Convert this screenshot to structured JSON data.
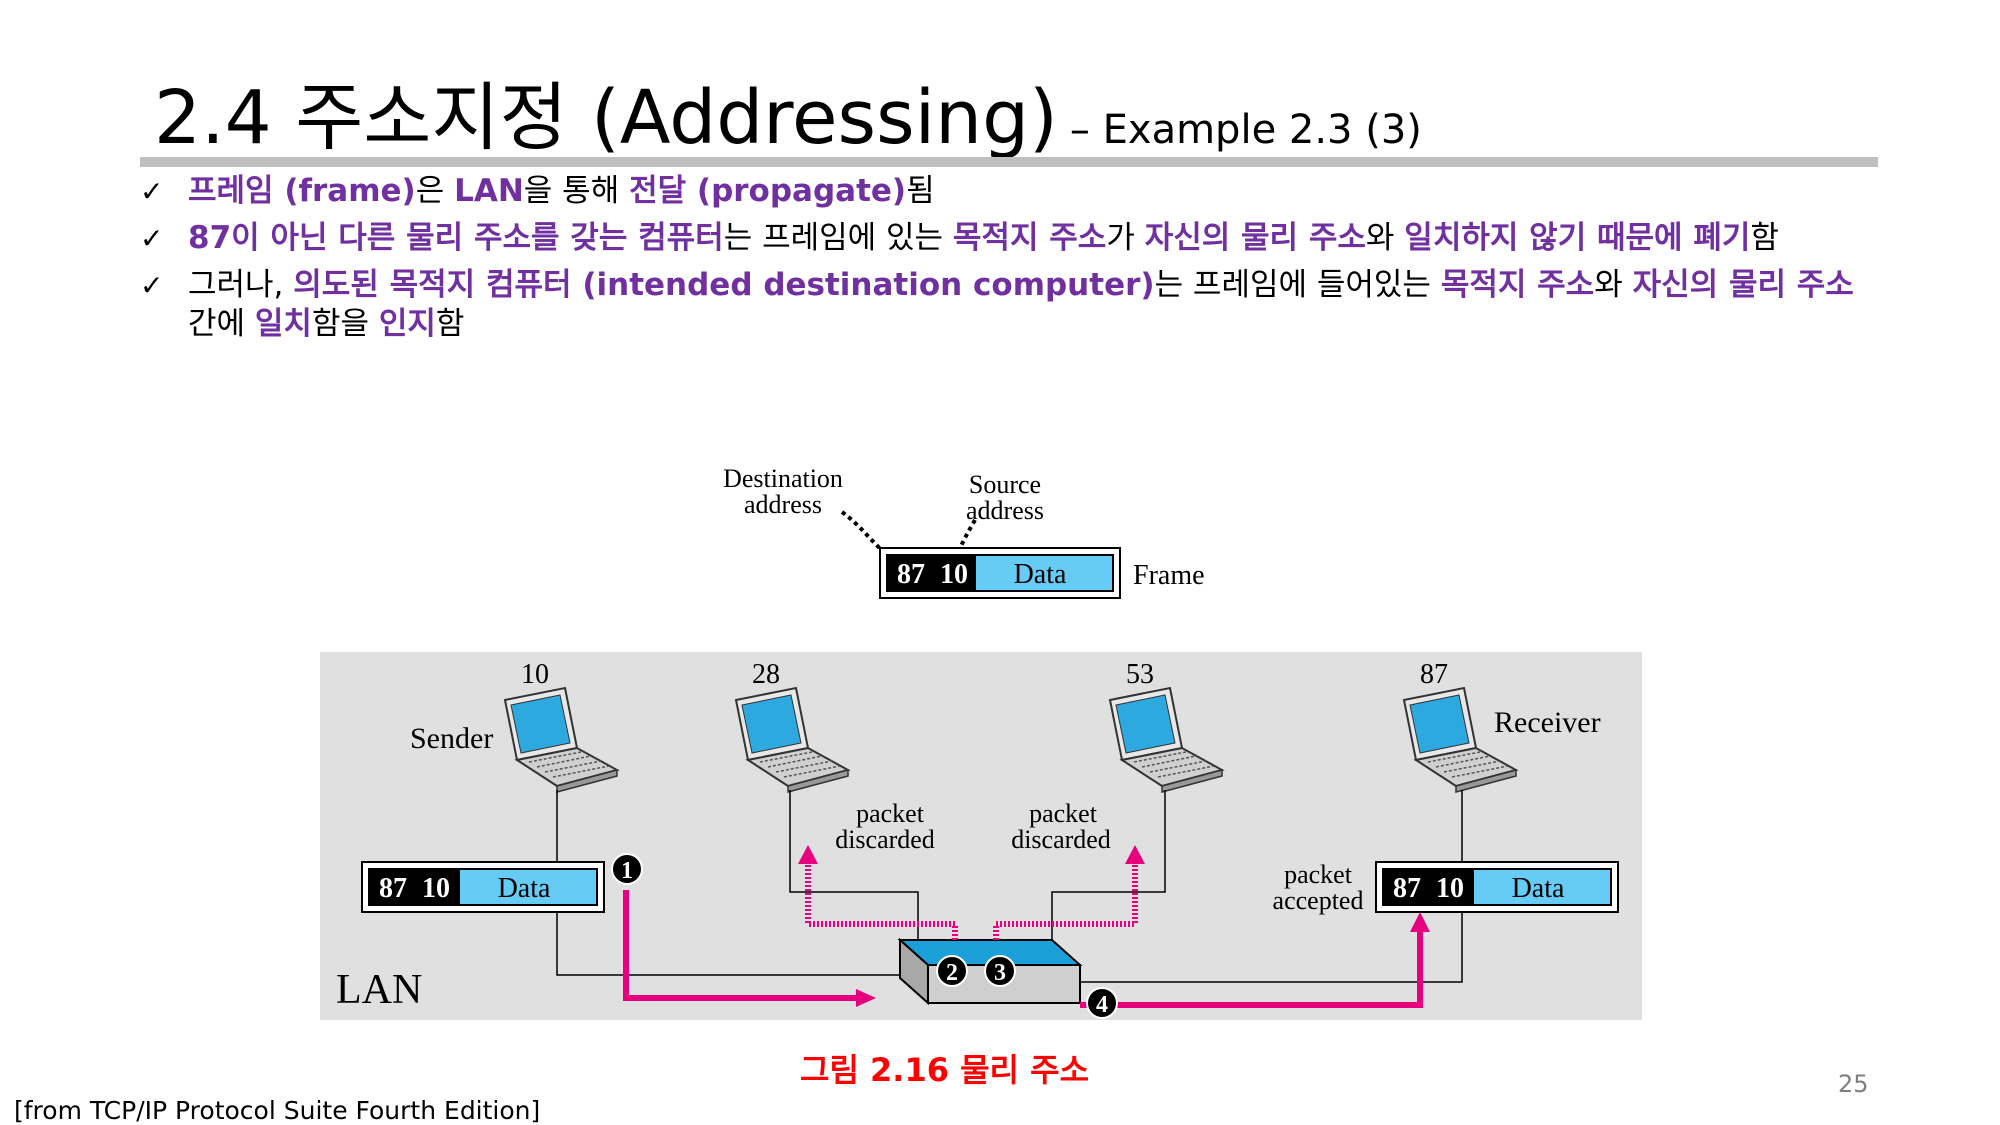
{
  "title": {
    "main": "2.4 주소지정 (Addressing)",
    "sub": "– Example 2.3 (3)"
  },
  "bullets": [
    {
      "check": "✓",
      "segments": [
        {
          "t": " 프레임 (frame)",
          "hl": true
        },
        {
          "t": "은 ",
          "hl": false
        },
        {
          "t": "LAN",
          "hl": true
        },
        {
          "t": "을 통해 ",
          "hl": false
        },
        {
          "t": "전달 (propagate)",
          "hl": true
        },
        {
          "t": "됨",
          "hl": false
        }
      ]
    },
    {
      "check": "✓",
      "segments": [
        {
          "t": "87이 아닌 다른 물리 주소를 갖는 컴퓨터",
          "hl": true
        },
        {
          "t": "는 프레임에 있는 ",
          "hl": false
        },
        {
          "t": "목적지 주소",
          "hl": true
        },
        {
          "t": "가 ",
          "hl": false
        },
        {
          "t": "자신의 물리 주소",
          "hl": true
        },
        {
          "t": "와 ",
          "hl": false
        },
        {
          "t": "일치하지 않기 때문에 폐기",
          "hl": true
        },
        {
          "t": "함",
          "hl": false
        }
      ]
    },
    {
      "check": "✓",
      "segments": [
        {
          "t": "그러나, ",
          "hl": false
        },
        {
          "t": "의도된 목적지 컴퓨터 (intended destination computer)",
          "hl": true
        },
        {
          "t": "는 프레임에 들어있는 ",
          "hl": false
        },
        {
          "t": "목적지 주소",
          "hl": true
        },
        {
          "t": "와 ",
          "hl": false
        },
        {
          "t": "자신의 물리 주소",
          "hl": true
        },
        {
          "t": " 간에 ",
          "hl": false
        },
        {
          "t": "일치",
          "hl": true
        },
        {
          "t": "함을 ",
          "hl": false
        },
        {
          "t": "인지",
          "hl": true
        },
        {
          "t": "함",
          "hl": false
        }
      ]
    }
  ],
  "frame": {
    "dest_label_1": "Destination",
    "dest_label_2": "address",
    "src_label_1": "Source",
    "src_label_2": "address",
    "dest_addr": "87",
    "src_addr": "10",
    "data": "Data",
    "frame_label": "Frame"
  },
  "lan": {
    "label": "LAN",
    "stations": [
      {
        "addr": "10",
        "name": "Sender"
      },
      {
        "addr": "28",
        "name": ""
      },
      {
        "addr": "53",
        "name": ""
      },
      {
        "addr": "87",
        "name": "Receiver"
      }
    ],
    "discard_text_1": "packet",
    "discard_text_2": "discarded",
    "accept_text_1": "packet",
    "accept_text_2": "accepted",
    "sender_frame": {
      "dest": "87",
      "src": "10",
      "data": "Data"
    },
    "receiver_frame": {
      "dest": "87",
      "src": "10",
      "data": "Data"
    },
    "steps": [
      "1",
      "2",
      "3",
      "4"
    ]
  },
  "colors": {
    "highlight": "#7030a0",
    "arrow": "#e6007e",
    "data_fill": "#66ccf5",
    "lan_bg": "#e0e0e0",
    "caption": "#ff0000"
  },
  "caption": "그림 2.16 물리 주소",
  "page_number": "25",
  "source": "[from TCP/IP Protocol Suite Fourth Edition]"
}
